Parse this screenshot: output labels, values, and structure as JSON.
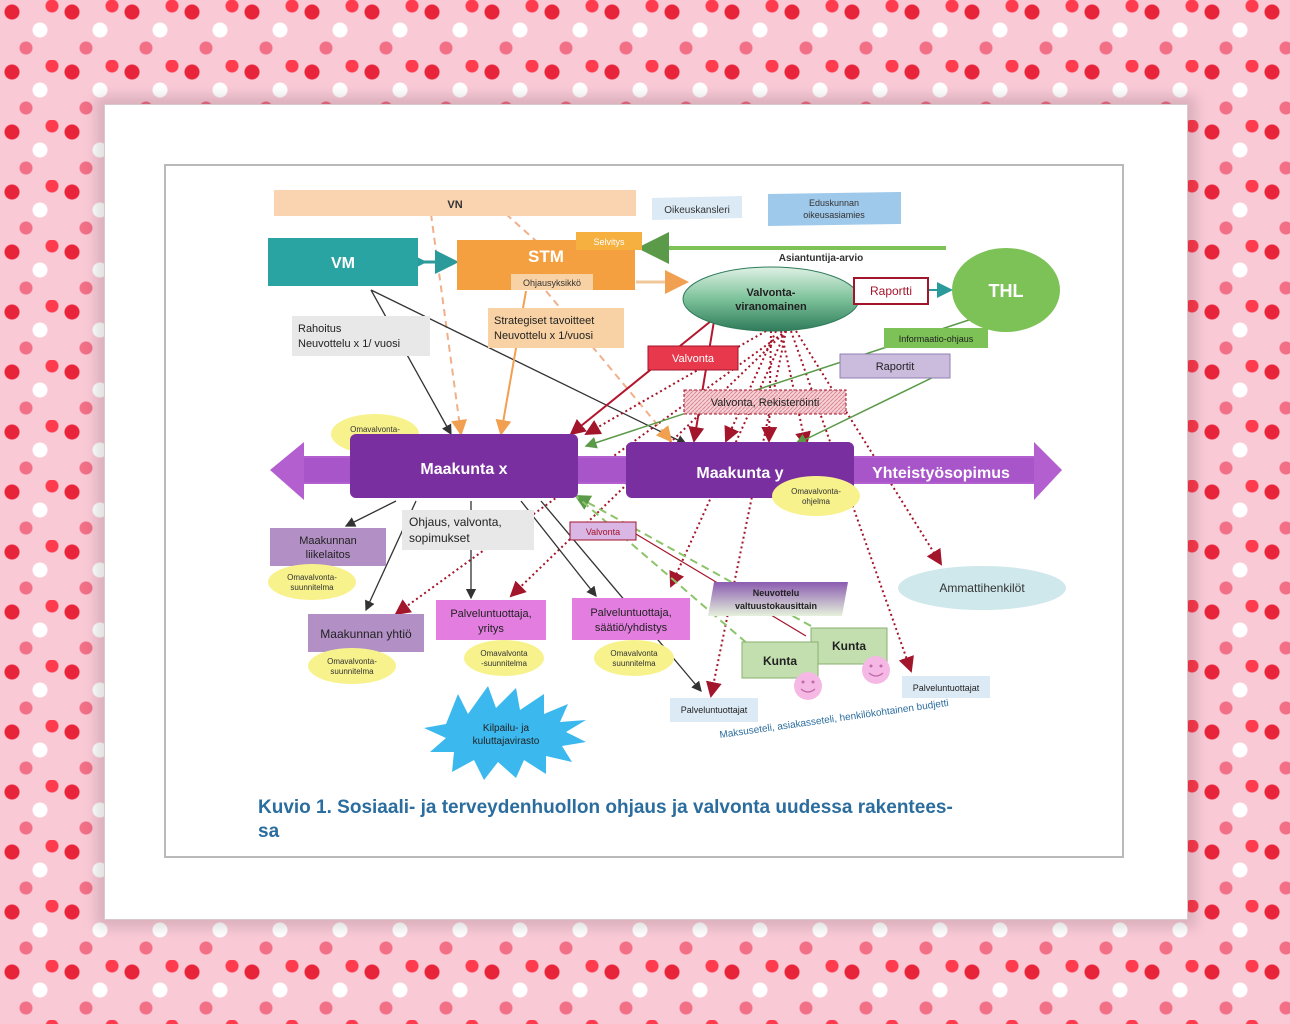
{
  "diagram": {
    "vn": "VN",
    "oikeuskansleri": "Oikeuskansleri",
    "eduskunnan_line1": "Eduskunnan",
    "eduskunnan_line2": "oikeusasiamies",
    "vm": "VM",
    "stm": "STM",
    "selvitys": "Selvitys",
    "ohjausyksikko": "Ohjausyksikkö",
    "asiantuntija": "Asiantuntija-arvio",
    "valvonta_viranomainen_line1": "Valvonta-",
    "valvonta_viranomainen_line2": "viranomainen",
    "raportti": "Raportti",
    "thl": "THL",
    "informaatio": "Informaatio-ohjaus",
    "raportit": "Raportit",
    "rahoitus_line1": "Rahoitus",
    "rahoitus_line2": "Neuvottelu x 1/ vuosi",
    "strategiset_line1": "Strategiset tavoitteet",
    "strategiset_line2": "Neuvottelu x 1/vuosi",
    "valvonta": "Valvonta",
    "valvonta_rekisterointi": "Valvonta, Rekisteröinti",
    "omavalvonta_ohjelma_line1": "Omavalvonta-",
    "omavalvonta_ohjelma_line2": "ohjelma",
    "maakunta_x": "Maakunta x",
    "maakunta_y": "Maakunta y",
    "yhteistyosopimus": "Yhteistyösopimus",
    "ohjaus_line1": "Ohjaus, valvonta,",
    "ohjaus_line2": "sopimukset",
    "valvonta_small": "Valvonta",
    "liikelaitos_line1": "Maakunnan",
    "liikelaitos_line2": "liikelaitos",
    "omavalvonta_suunnitelma_line1": "Omavalvonta-",
    "omavalvonta_suunnitelma_line2": "suunnitelma",
    "omavalvonta_suunnitelma_b_line1": "Omavalvonta",
    "omavalvonta_suunnitelma_b_line2": "-suunnitelma",
    "omavalvonta_suunnitelma_c_line2": "suunnitelma",
    "yhtio": "Maakunnan yhtiö",
    "pt_yritys_line1": "Palveluntuottaja,",
    "pt_yritys_line2": "yritys",
    "pt_saatio_line1": "Palveluntuottaja,",
    "pt_saatio_line2": "säätiö/yhdistys",
    "neuvottelu_line1": "Neuvottelu",
    "neuvottelu_line2": "valtuustokausittain",
    "kunta": "Kunta",
    "ammattihenkilot": "Ammattihenkilöt",
    "palveluntuottajat": "Palveluntuottajat",
    "kilpailu_line1": "Kilpailu- ja",
    "kilpailu_line2": "kuluttajavirasto",
    "maksuseteli": "Maksuseteli, asiakasseteli, henkilökohtainen budjetti"
  },
  "caption": {
    "line1": "Kuvio 1. Sosiaali- ja terveydenhuollon ohjaus ja valvonta uudessa rakentees-",
    "line2": "sa"
  },
  "colors": {
    "purple": "#7a2fa0",
    "teal": "#2aa3a3",
    "orange": "#f5a040",
    "green": "#7cc257",
    "red_dotted": "#a3152b",
    "caption": "#2b6d9e"
  }
}
